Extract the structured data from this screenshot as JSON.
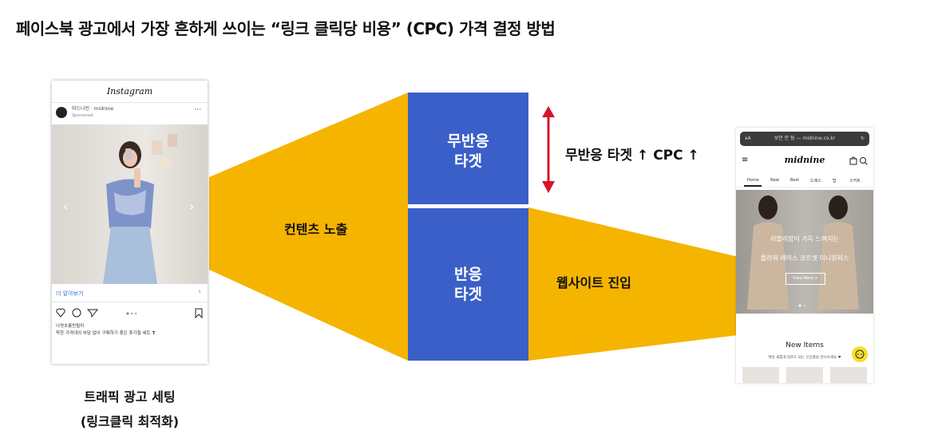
{
  "title": "페이스북 광고에서 가장 흔하게 쓰이는 “링크 클릭당 비용” (CPC) 가격 결정 방법",
  "instagram": {
    "app_name": "Instagram",
    "account": "미드나인 · midnine",
    "sponsored": "Sponsored",
    "more": "···",
    "cta": "더 알아보기",
    "cta_arrow": "›",
    "caption_user": "나영초롱빈릴티",
    "caption_text": "착한 가격대의 부담 없이 구매하기 좋은 휴가철 세트 ❣"
  },
  "funnel": {
    "content_label": "컨텐츠 노출",
    "non_responsive_target": [
      "무반응",
      "타겟"
    ],
    "responsive_target": [
      "반응",
      "타겟"
    ],
    "website_label": "웹사이트 진입",
    "cpc_note": "무반응 타겟 ↑ CPC ↑"
  },
  "bottom_caption": [
    "트래픽 광고 세팅",
    "(링크클릭 최적화)"
  ],
  "website": {
    "url_aa": "ᴀA",
    "url_text": "보안 안 됨 — midnine.co.kr",
    "reload": "↻",
    "logo": "midnine",
    "menu": "≡",
    "nav": [
      "Home",
      "New",
      "Best",
      "드레스",
      "탑",
      "스커트"
    ],
    "hero_line1": "러블리함이 가득 느껴지는",
    "hero_line2": "플라워 레이스 코르셋 미니원피스",
    "hero_button": "View More >",
    "new_items": "New Items",
    "new_items_sub": "매일 새롭게 업로드 되는 신상품을 만나보세요 ♥"
  },
  "colors": {
    "funnel_orange": "#F5B400",
    "block_blue": "#3A5FC8",
    "arrow_red": "#D8132B",
    "cta_blue": "#3A6FD9"
  }
}
